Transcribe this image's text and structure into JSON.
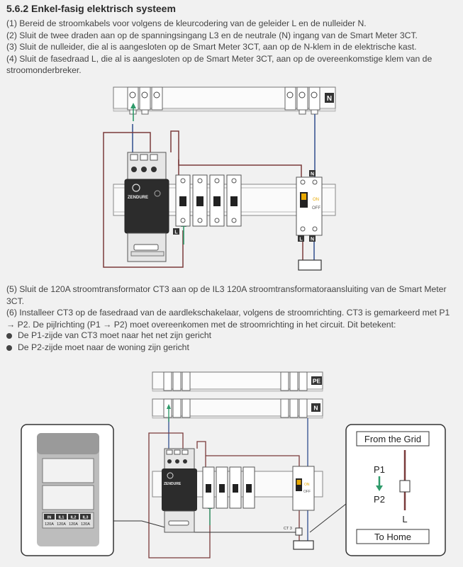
{
  "section": {
    "title": "5.6.2 Enkel-fasig elektrisch systeem",
    "steps_part1": [
      "(1) Bereid de stroomkabels voor volgens de kleurcodering van de geleider L en de nulleider N.",
      "(2) Sluit de twee draden aan op de spanningsingang L3 en de neutrale (N) ingang van de Smart Meter 3CT.",
      "(3) Sluit de nulleider, die al is aangesloten op de Smart Meter 3CT, aan op de N-klem in de elektrische kast.",
      "(4) Sluit de fasedraad L, die al is aangesloten op de Smart Meter 3CT, aan op de overeenkomstige klem van de stroomonderbreker."
    ],
    "steps_part2": [
      "(5) Sluit de 120A stroomtransformator CT3 aan op de IL3 120A stroomtransformatoraansluiting van de Smart Meter 3CT.",
      "(6) Installeer CT3 op de fasedraad van de aardlekschakelaar, volgens de stroomrichting. CT3 is gemarkeerd met P1 → P2. De pijlrichting (P1 → P2) moet overeenkomen met de stroomrichting in het circuit. Dit betekent:"
    ],
    "bullets": [
      "De P1-zijde van CT3 moet naar het net zijn gericht",
      "De P2-zijde moet naar de woning zijn gericht"
    ]
  },
  "figure1": {
    "bus_label_n": "N",
    "brand": "ZENDURE",
    "rcd_on": "ON",
    "rcd_off": "OFF",
    "tag_n": "N",
    "tag_l": "L",
    "tag_l2": "L",
    "tag_n2": "N"
  },
  "figure2": {
    "bus_label_pe": "PE",
    "bus_label_n": "N",
    "brand": "ZENDURE",
    "rcd_on": "ON",
    "rcd_off": "OFF",
    "ct_label": "CT 3",
    "inset_ports": [
      "IN",
      "IL1",
      "IL2",
      "IL3"
    ],
    "inset_ratings": [
      "120A",
      "120A",
      "120A",
      "120A"
    ],
    "grid_label": "From the Grid",
    "home_label": "To Home",
    "p1": "P1",
    "p2": "P2",
    "wire_l": "L"
  },
  "colors": {
    "live_wire": "#7a3b3b",
    "neutral_wire": "#2f4c8c",
    "green_arrow": "#2e9a6a",
    "meter_dark": "#2c2c2c"
  }
}
